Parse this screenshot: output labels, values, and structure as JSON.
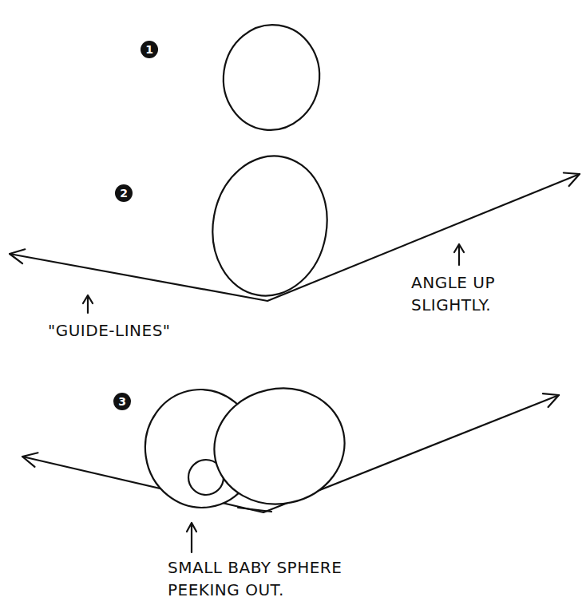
{
  "diagram": {
    "labels": [
      "1",
      "2",
      "3",
      "\"GUIDE-LINES\"",
      "ANGLE UP SLIGHTLY.",
      "SMALL BABY SPHERE PEEKING OUT."
    ]
  }
}
